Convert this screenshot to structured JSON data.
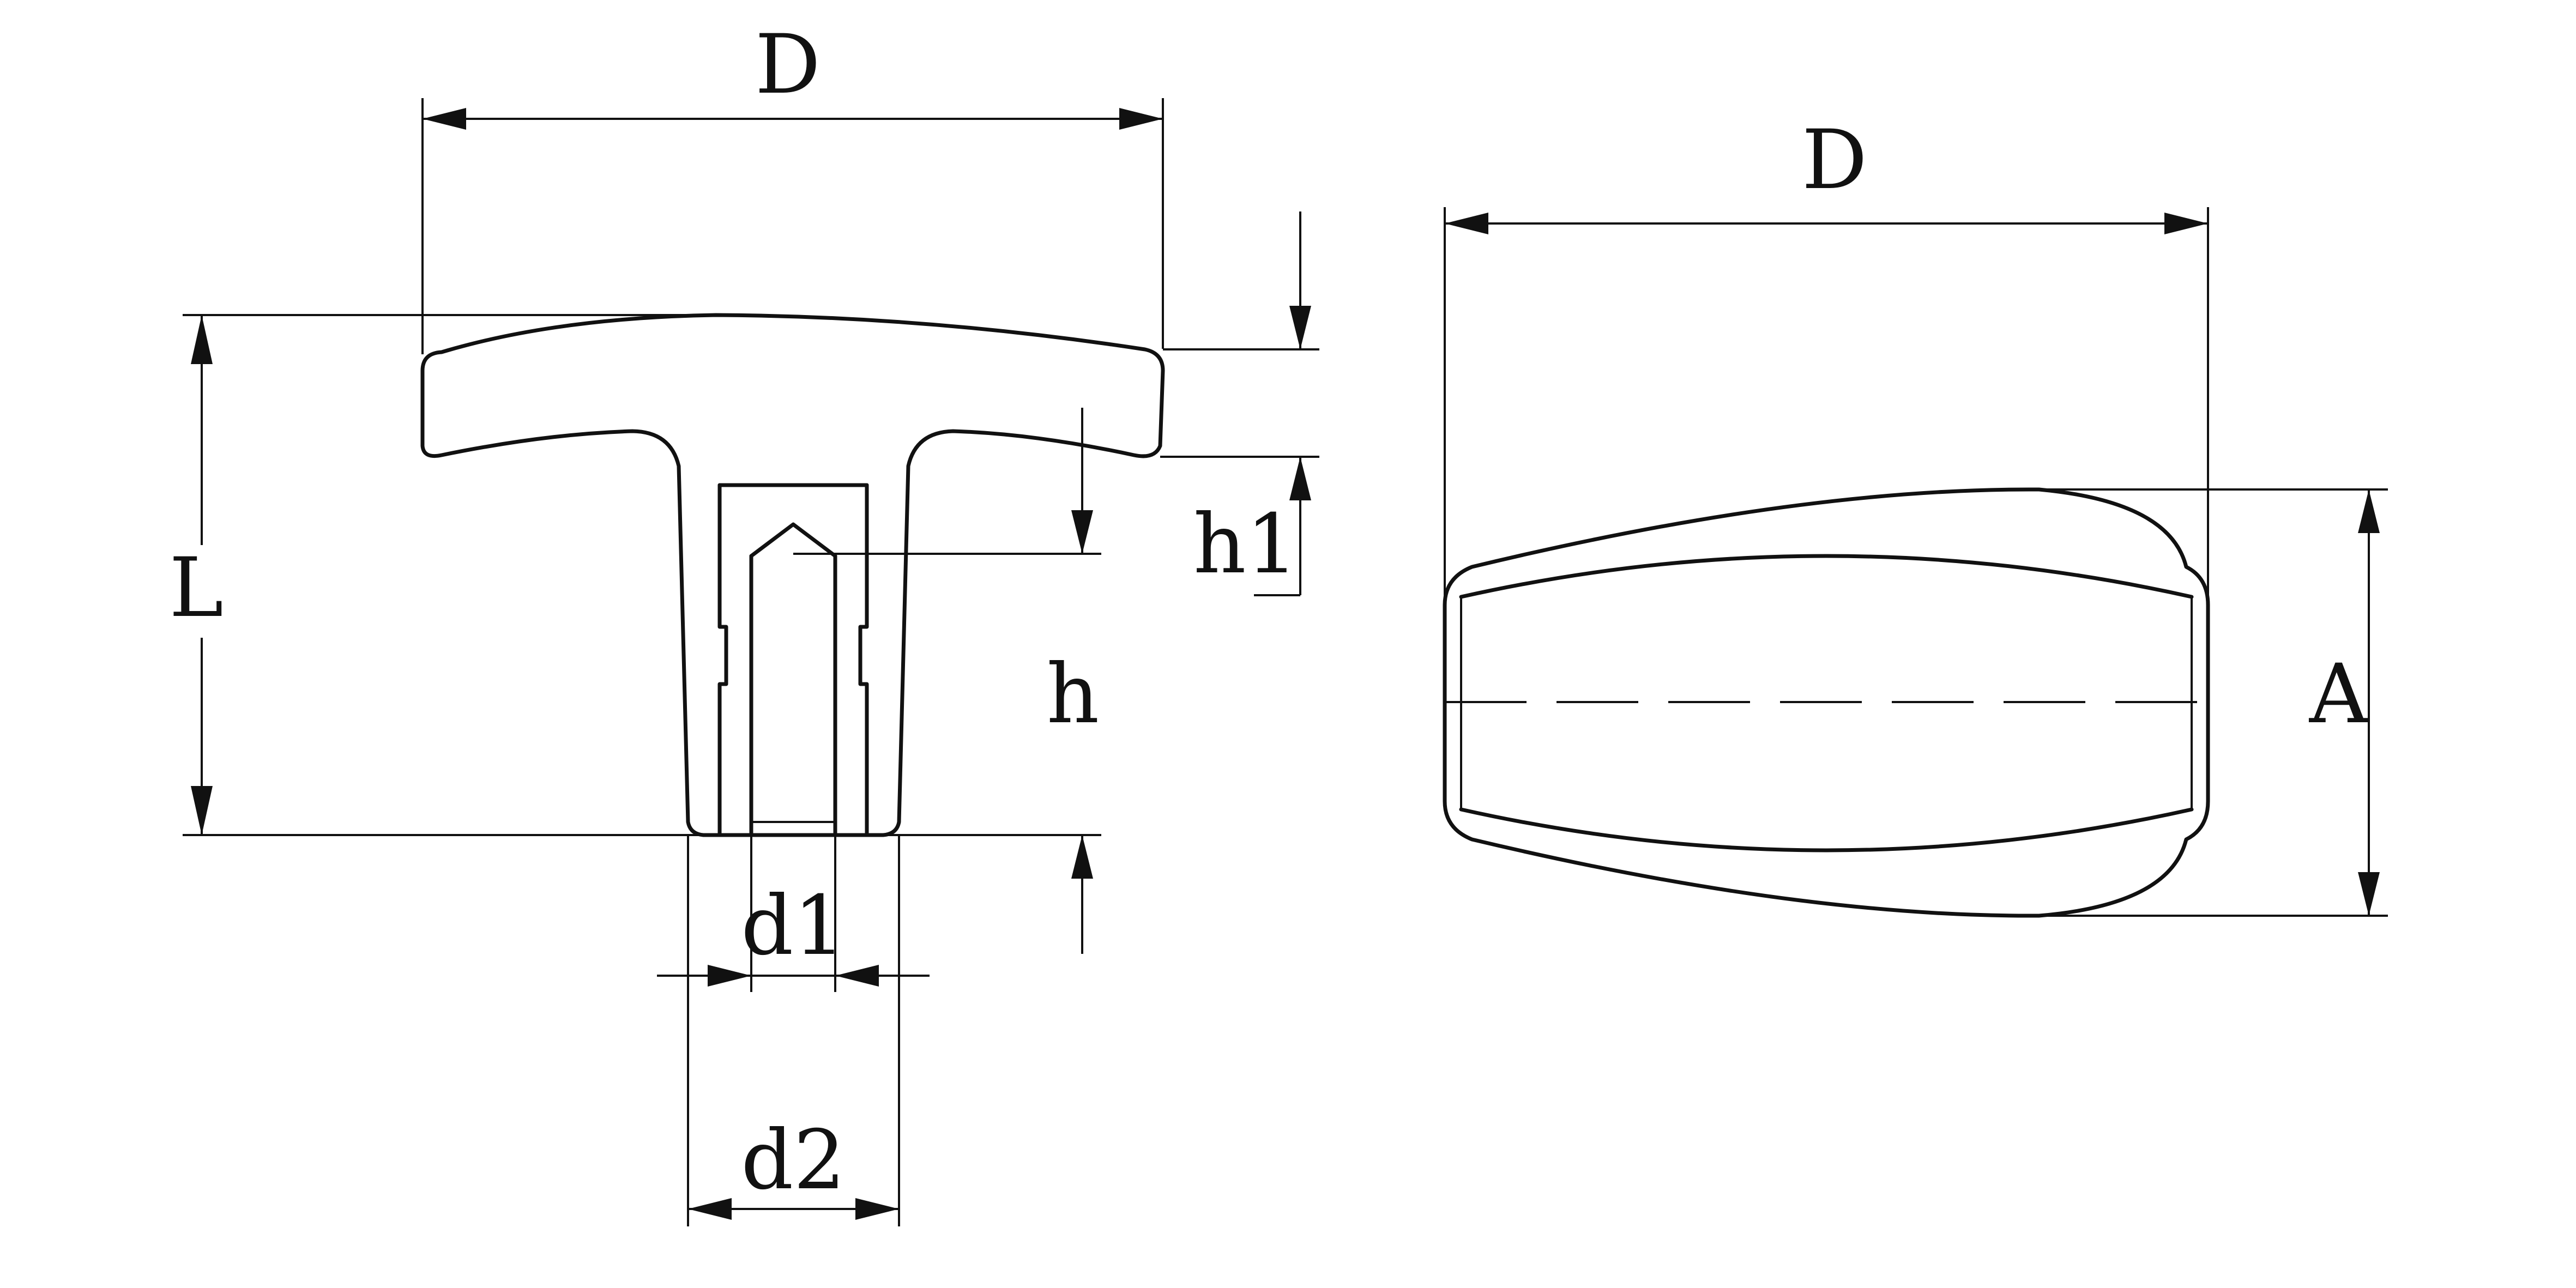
{
  "labels": {
    "front_D": "D",
    "front_L": "L",
    "front_h1": "h1",
    "front_h": "h",
    "front_d1": "d1",
    "front_d2": "d2",
    "side_D": "D",
    "side_A": "A"
  },
  "colors": {
    "line": "#111111",
    "background": "#ffffff"
  }
}
